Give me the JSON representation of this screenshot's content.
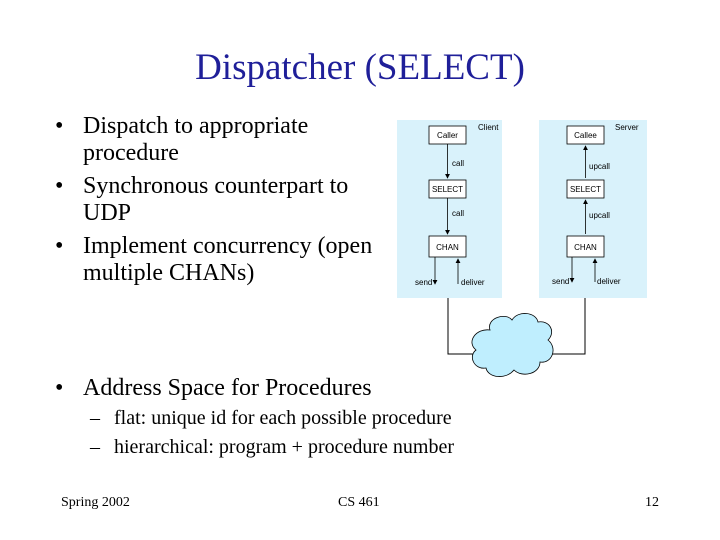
{
  "slide": {
    "title": "Dispatcher (SELECT)",
    "bullets": [
      "Dispatch to appropriate procedure",
      "Synchronous counterpart to UDP",
      "Implement concurrency (open multiple CHANs)"
    ],
    "bullet2": "Address Space for Procedures",
    "sub_bullets": [
      "flat: unique id for each possible procedure",
      "hierarchical: program + procedure number"
    ],
    "footer": {
      "left": "Spring 2002",
      "center": "CS 461",
      "right": "12"
    }
  },
  "diagram": {
    "client": {
      "label": "Client",
      "caller": "Caller",
      "call1": "call",
      "select": "SELECT",
      "call2": "call",
      "chan": "CHAN",
      "send": "send",
      "deliver": "deliver"
    },
    "server": {
      "label": "Server",
      "callee": "Callee",
      "upcall1": "upcall",
      "select": "SELECT",
      "upcall2": "upcall",
      "chan": "CHAN",
      "send": "send",
      "deliver": "deliver"
    },
    "colors": {
      "panel": "#d9f2fb",
      "cloud": "#bfeefe",
      "title": "#1f1f99"
    }
  }
}
